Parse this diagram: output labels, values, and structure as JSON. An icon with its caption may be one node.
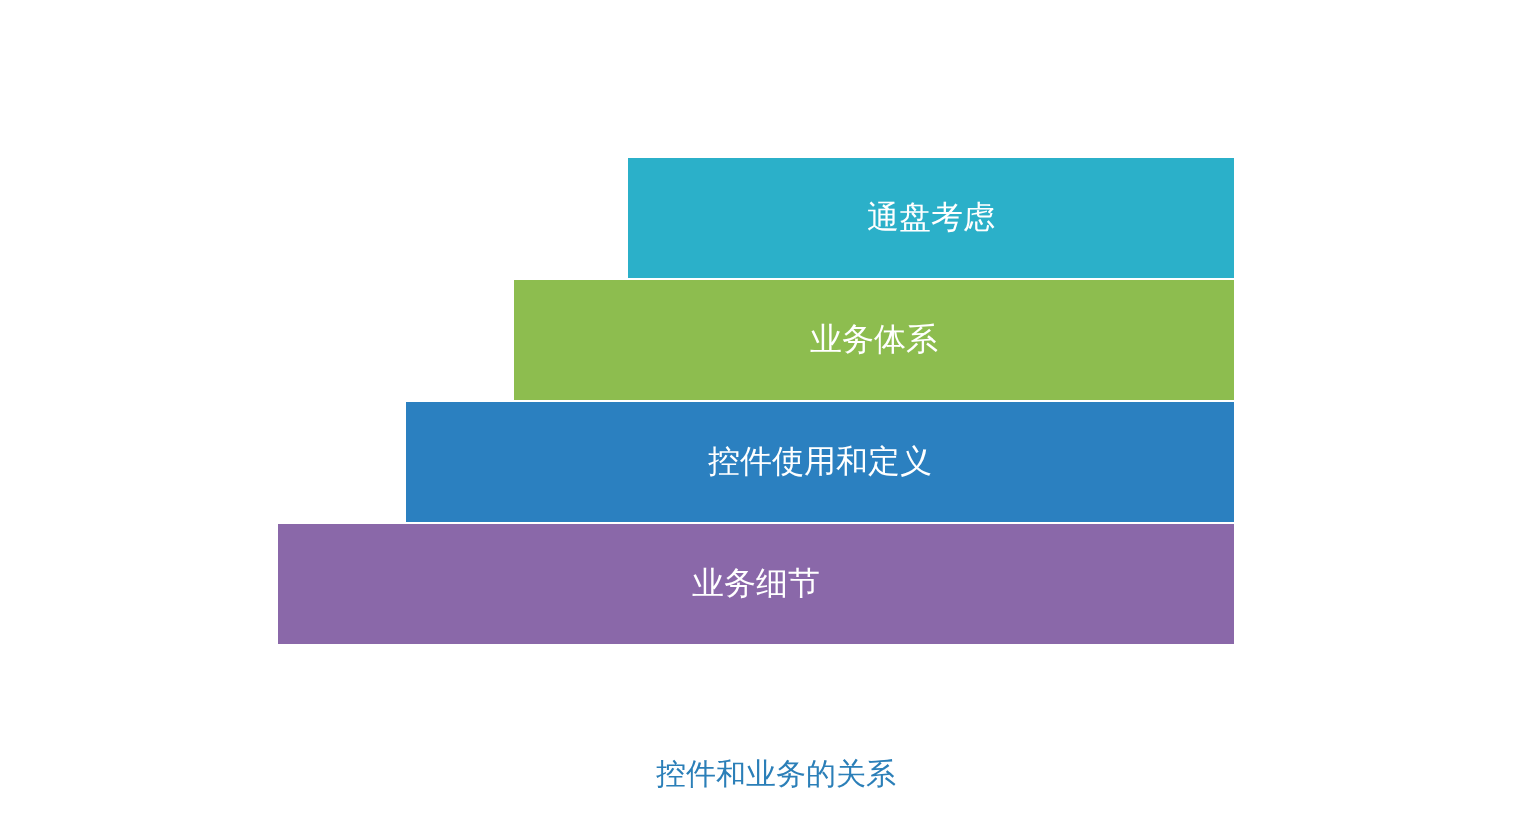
{
  "diagram": {
    "caption": "控件和业务的关系",
    "nodes": [
      {
        "text": [
          "通盘考虑"
        ]
      },
      {
        "text": [
          "业务体系"
        ]
      },
      {
        "text": [
          "控件使用和定义"
        ]
      },
      {
        "text": [
          "业务细节"
        ]
      }
    ]
  }
}
